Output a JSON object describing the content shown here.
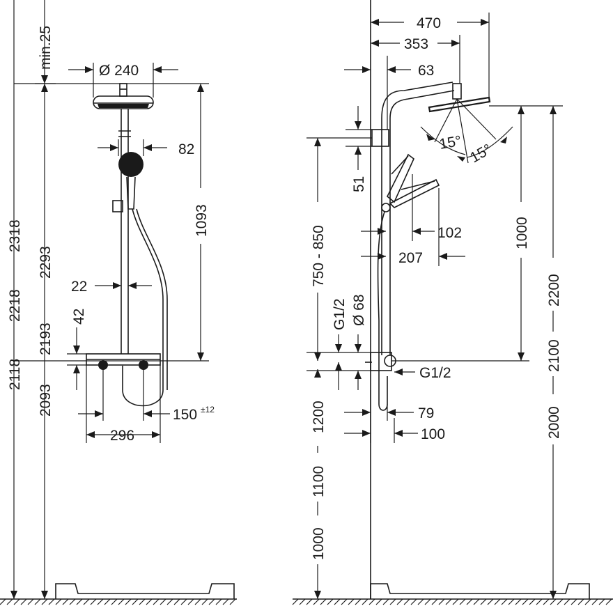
{
  "left_view": {
    "dims": {
      "min25": "min.25",
      "d240": "Ø 240",
      "d82": "82",
      "d1093": "1093",
      "d22": "22",
      "d42": "42",
      "d296": "296",
      "d150": "150",
      "d150_tol": "±12",
      "d2318": "2318",
      "d2293": "2293",
      "d2218": "2218",
      "d2193": "2193",
      "d2118": "2118",
      "d2093": "2093"
    }
  },
  "right_view": {
    "dims": {
      "d470": "470",
      "d353": "353",
      "d63": "63",
      "a15a": "15°",
      "a15b": "15°",
      "d51": "51",
      "d750_850": "750 - 850",
      "d102": "102",
      "d207": "207",
      "d1000top": "1000",
      "d2200": "2200",
      "g12a": "G1/2",
      "d68": "Ø 68",
      "g12b": "G1/2",
      "d2100": "2100",
      "d79": "79",
      "d100": "100",
      "d1200": "1200",
      "d1100": "1100",
      "d1000": "1000",
      "d2000": "2000"
    }
  }
}
